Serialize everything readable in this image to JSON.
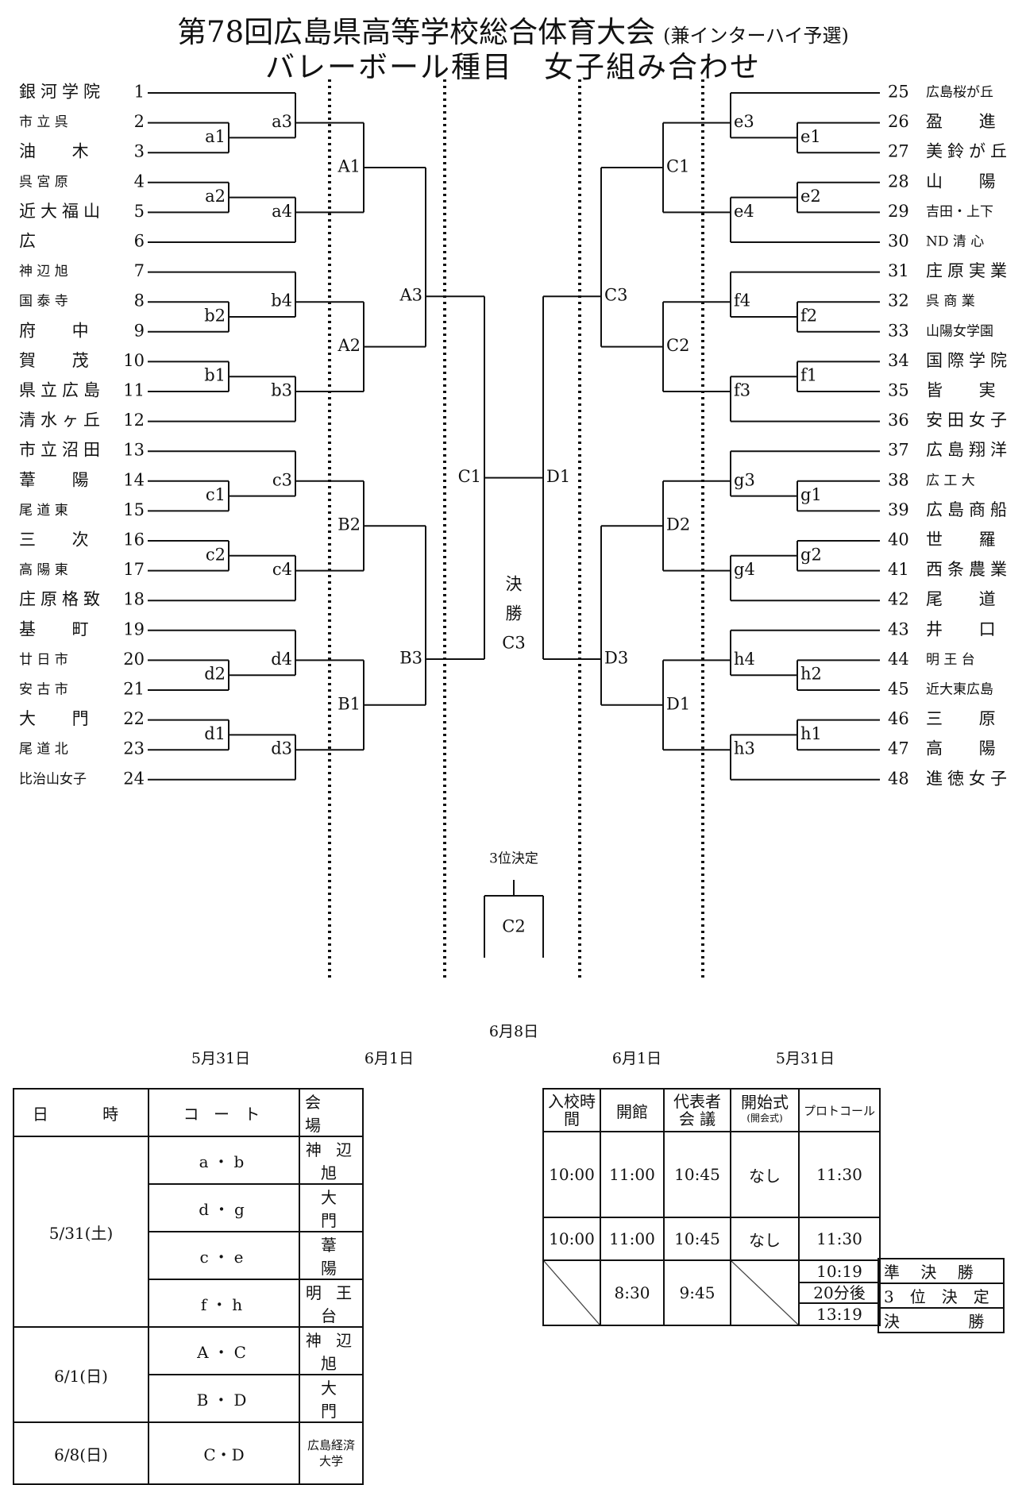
{
  "title": {
    "line1_main": "第78回広島県高等学校総合体育大会",
    "line1_sub": "(兼インターハイ予選)",
    "line2": "バレーボール種目　女子組み合わせ"
  },
  "left_teams": [
    {
      "num": "1",
      "name": "銀河学院"
    },
    {
      "num": "2",
      "name": "市 立 呉"
    },
    {
      "num": "3",
      "name": "油　 木"
    },
    {
      "num": "4",
      "name": "呉 宮 原"
    },
    {
      "num": "5",
      "name": "近大福山"
    },
    {
      "num": "6",
      "name": "広"
    },
    {
      "num": "7",
      "name": "神 辺 旭"
    },
    {
      "num": "8",
      "name": "国 泰 寺"
    },
    {
      "num": "9",
      "name": "府　 中"
    },
    {
      "num": "10",
      "name": "賀　 茂"
    },
    {
      "num": "11",
      "name": "県立広島"
    },
    {
      "num": "12",
      "name": "清水ヶ丘"
    },
    {
      "num": "13",
      "name": "市立沼田"
    },
    {
      "num": "14",
      "name": "葦　 陽"
    },
    {
      "num": "15",
      "name": "尾 道 東"
    },
    {
      "num": "16",
      "name": "三　 次"
    },
    {
      "num": "17",
      "name": "高 陽 東"
    },
    {
      "num": "18",
      "name": "庄原格致"
    },
    {
      "num": "19",
      "name": "基　 町"
    },
    {
      "num": "20",
      "name": "廿 日 市"
    },
    {
      "num": "21",
      "name": "安 古 市"
    },
    {
      "num": "22",
      "name": "大　 門"
    },
    {
      "num": "23",
      "name": "尾 道 北"
    },
    {
      "num": "24",
      "name": "比治山女子"
    }
  ],
  "right_teams": [
    {
      "num": "25",
      "name": "広島桜が丘"
    },
    {
      "num": "26",
      "name": "盈　 進"
    },
    {
      "num": "27",
      "name": "美鈴が丘"
    },
    {
      "num": "28",
      "name": "山　 陽"
    },
    {
      "num": "29",
      "name": "吉田・上下"
    },
    {
      "num": "30",
      "name": "ND 清 心"
    },
    {
      "num": "31",
      "name": "庄原実業"
    },
    {
      "num": "32",
      "name": "呉 商 業"
    },
    {
      "num": "33",
      "name": "山陽女学園"
    },
    {
      "num": "34",
      "name": "国際学院"
    },
    {
      "num": "35",
      "name": "皆　 実"
    },
    {
      "num": "36",
      "name": "安田女子"
    },
    {
      "num": "37",
      "name": "広島翔洋"
    },
    {
      "num": "38",
      "name": "広 工 大"
    },
    {
      "num": "39",
      "name": "広島商船"
    },
    {
      "num": "40",
      "name": "世　 羅"
    },
    {
      "num": "41",
      "name": "西条農業"
    },
    {
      "num": "42",
      "name": "尾　 道"
    },
    {
      "num": "43",
      "name": "井　 口"
    },
    {
      "num": "44",
      "name": "明 王 台"
    },
    {
      "num": "45",
      "name": "近大東広島"
    },
    {
      "num": "46",
      "name": "三　 原"
    },
    {
      "num": "47",
      "name": "高　 陽"
    },
    {
      "num": "48",
      "name": "進徳女子"
    }
  ],
  "match_labels": {
    "a1": "a1",
    "a2": "a2",
    "a3": "a3",
    "a4": "a4",
    "b1": "b1",
    "b2": "b2",
    "b3": "b3",
    "b4": "b4",
    "c1": "c1",
    "c2": "c2",
    "c3": "c3",
    "c4": "c4",
    "d1": "d1",
    "d2": "d2",
    "d3": "d3",
    "d4": "d4",
    "A1": "A1",
    "A2": "A2",
    "A3": "A3",
    "B1": "B1",
    "B2": "B2",
    "B3": "B3",
    "C1": "C1",
    "e1": "e1",
    "e2": "e2",
    "e3": "e3",
    "e4": "e4",
    "f1": "f1",
    "f2": "f2",
    "f3": "f3",
    "f4": "f4",
    "g1": "g1",
    "g2": "g2",
    "g3": "g3",
    "g4": "g4",
    "h1": "h1",
    "h2": "h2",
    "h3": "h3",
    "h4": "h4",
    "RC1": "C1",
    "RC2": "C2",
    "RC3": "C3",
    "RD1": "D1",
    "RD2": "D2",
    "RD3": "D3",
    "D1": "D1",
    "final1": "決",
    "final2": "勝",
    "final3": "C3",
    "third_title": "3位決定",
    "third_code": "C2"
  },
  "dates": {
    "left_outer": "5月31日",
    "left_inner": "6月1日",
    "center": "6月8日",
    "right_inner": "6月1日",
    "right_outer": "5月31日"
  },
  "schedule_left": {
    "header": {
      "date": "日　 時",
      "court": "コ ー ト",
      "venue": "会　 場"
    },
    "day1": {
      "date": "5/31(土)",
      "rows": [
        {
          "court": "a・b",
          "venue": "神 辺 旭"
        },
        {
          "court": "d・g",
          "venue": "大　 門"
        },
        {
          "court": "c・e",
          "venue": "葦　 陽"
        },
        {
          "court": "f・h",
          "venue": "明 王 台"
        }
      ]
    },
    "day2": {
      "date": "6/1(日)",
      "rows": [
        {
          "court": "A・C",
          "venue": "神 辺 旭"
        },
        {
          "court": "B・D",
          "venue": "大　 門"
        }
      ]
    },
    "day3": {
      "date": "6/8(日)",
      "court": "C・D",
      "venue": "広島経済大学"
    }
  },
  "schedule_right": {
    "header": {
      "entry": "入校時間",
      "open": "開館",
      "rep": "代表者会 議",
      "ceremony": "開始式",
      "ceremony_sub": "(開会式)",
      "protocol": "プロトコール"
    },
    "day1": {
      "entry": "10:00",
      "open": "11:00",
      "rep": "10:45",
      "ceremony": "なし",
      "protocol": "11:30"
    },
    "day2": {
      "entry": "10:00",
      "open": "11:00",
      "rep": "10:45",
      "ceremony": "なし",
      "protocol": "11:30"
    },
    "day3": {
      "open": "8:30",
      "rep": "9:45",
      "finals": [
        {
          "time": "10:19",
          "label": "準　 決　 勝"
        },
        {
          "time": "20分後",
          "label": "3　位　決　定"
        },
        {
          "time": "13:19",
          "label": "決　　　　 勝"
        }
      ]
    }
  }
}
